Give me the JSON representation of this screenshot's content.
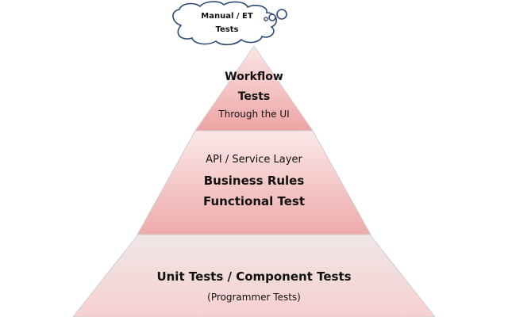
{
  "cloud": {
    "line1": "Manual / ET",
    "line2": "Tests"
  },
  "pyramid": {
    "top": {
      "title_line1": "Workflow",
      "title_line2": "Tests",
      "subtitle": "Through the UI"
    },
    "middle": {
      "pre_title": "API / Service Layer",
      "title_line1": "Business Rules",
      "title_line2": "Functional Test"
    },
    "bottom": {
      "title": "Unit Tests / Component Tests",
      "subtitle": "(Programmer Tests)"
    }
  },
  "colors": {
    "top_light": "#fbe6e6",
    "top_dark": "#eea3a3",
    "middle_light": "#fbe8e8",
    "middle_dark": "#eeaaaa",
    "bottom_light": "#f4e2e2",
    "bottom_dark": "#f7d2d2",
    "outline": "#c9c9c9",
    "cloud_stroke": "#2e4c72"
  }
}
